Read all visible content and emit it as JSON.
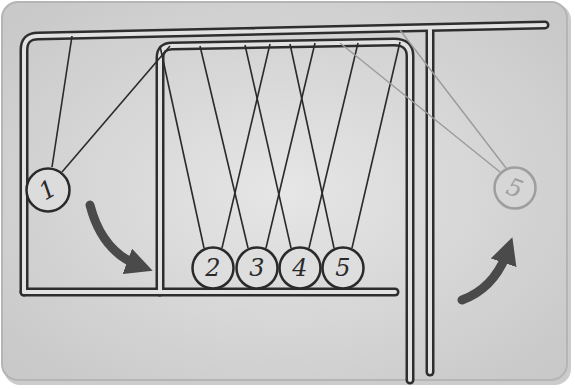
{
  "diagram": {
    "nodes": [
      {
        "text": [
          "1"
        ]
      },
      {
        "text": [
          "2"
        ]
      },
      {
        "text": [
          "3"
        ]
      },
      {
        "text": [
          "4"
        ]
      },
      {
        "text": [
          "5"
        ]
      },
      {
        "text": [
          "5"
        ]
      }
    ]
  }
}
